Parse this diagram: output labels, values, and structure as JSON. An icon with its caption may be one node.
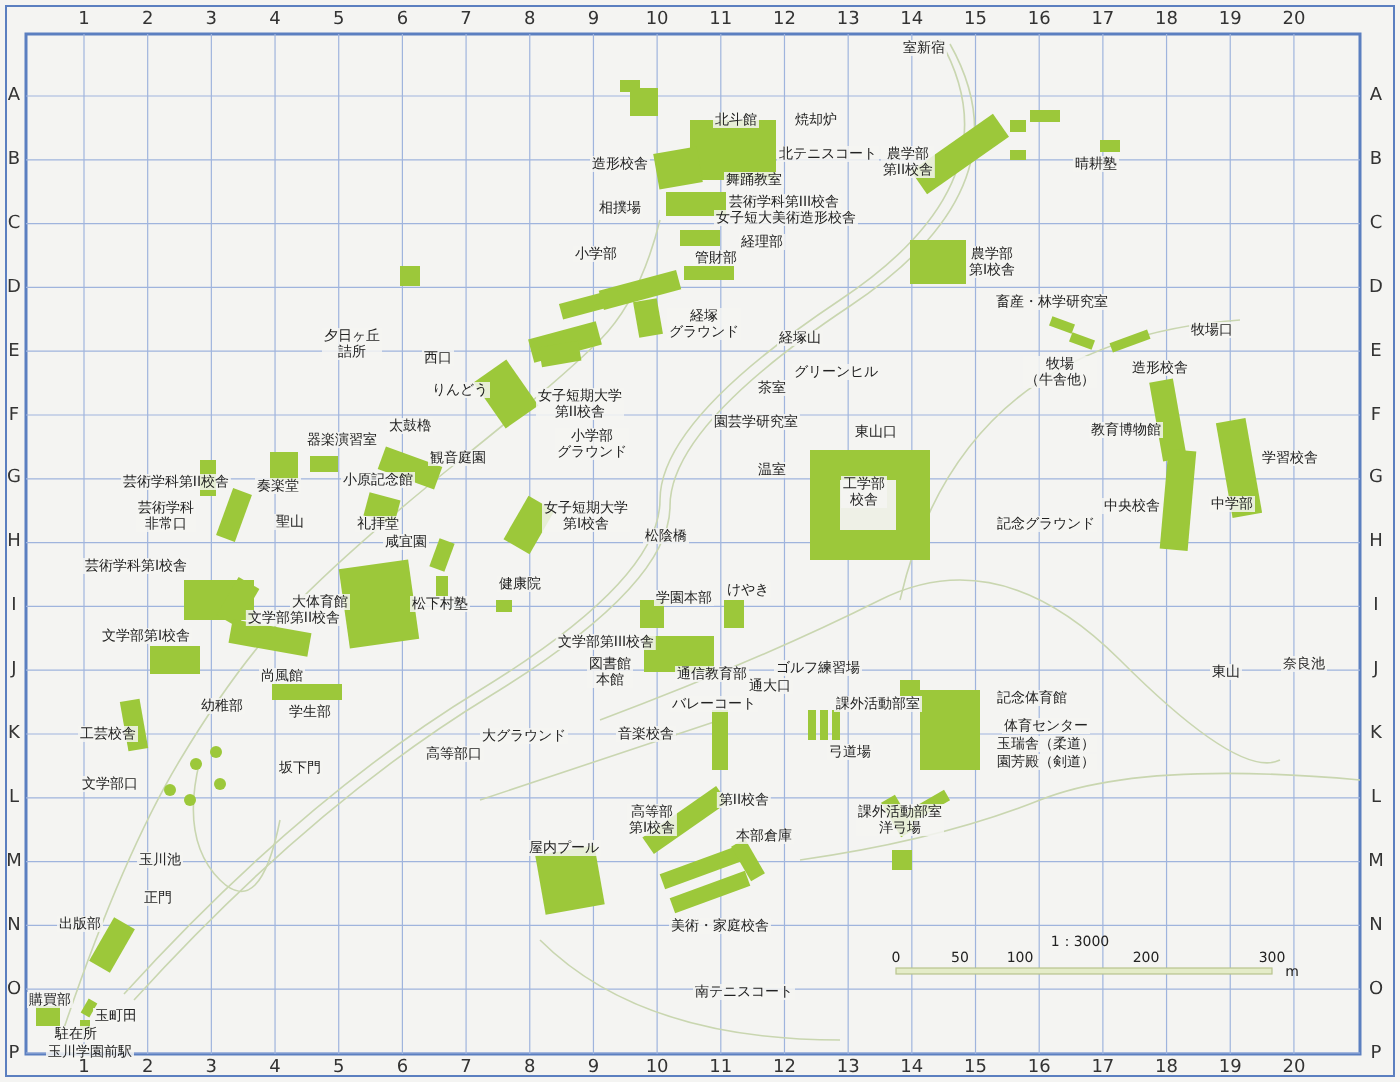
{
  "diagram": {
    "labels": [
      "室新宿",
      "北斗館",
      "焼却炉",
      "造形校舎",
      "北テニスコート",
      "農学部第II校舎",
      "晴耕塾",
      "舞踊教室",
      "芸術学科第III校舎",
      "相撲場",
      "女子短大美術造形校舎",
      "経理部",
      "小学部",
      "管財部",
      "農学部第I校舎",
      "畜産・林学研究室",
      "経塚グラウンド",
      "経塚山",
      "牧場口",
      "夕日ヶ丘詰所",
      "西口",
      "グリーンヒル",
      "牧場（牛舎他）",
      "造形校舎",
      "りんどう",
      "茶室",
      "女子短期大学第II校舎",
      "太鼓櫓",
      "園芸学研究室",
      "東山口",
      "教育博物館",
      "器楽演習室",
      "小学部グラウンド",
      "観音庭園",
      "学習校舎",
      "温室",
      "芸術学科第II校舎",
      "奏楽堂",
      "小原記念館",
      "工学部校舎",
      "中央校舎",
      "中学部",
      "芸術学科非常口",
      "聖山",
      "礼拝堂",
      "女子短期大学第I校舎",
      "記念グラウンド",
      "松陰橋",
      "咸宜園",
      "芸術学科第I校舎",
      "健康院",
      "大体育館",
      "松下村塾",
      "学園本部",
      "けやき",
      "文学部第II校舎",
      "文学部第I校舎",
      "文学部第III校舎",
      "尚風館",
      "図書館本館",
      "通信教育部",
      "通大口",
      "ゴルフ練習場",
      "東山",
      "奈良池",
      "幼稚部",
      "学生部",
      "バレーコート",
      "課外活動部室",
      "記念体育館",
      "工芸校舎",
      "体育センター",
      "玉瑞舎（柔道）",
      "園芳殿（剣道）",
      "大グラウンド",
      "音楽校舎",
      "高等部口",
      "弓道場",
      "坂下門",
      "文学部口",
      "第II校舎",
      "高等部第I校舎",
      "課外活動部室洋弓場",
      "屋内プール",
      "本部倉庫",
      "玉川池",
      "正門",
      "出版部",
      "美術・家庭校舎",
      "1：3000",
      "0",
      "50",
      "100",
      "200",
      "300",
      "m",
      "南テニスコート",
      "購買部",
      "玉町田",
      "駐在所",
      "玉川学園前駅",
      "1",
      "2",
      "3",
      "4",
      "5",
      "6",
      "7",
      "8",
      "9",
      "10",
      "11",
      "12",
      "13",
      "14",
      "15",
      "16",
      "17",
      "18",
      "19",
      "20",
      "A",
      "B",
      "C",
      "D",
      "E",
      "F",
      "G",
      "H",
      "I",
      "J",
      "K",
      "L",
      "M",
      "N",
      "O",
      "P",
      "A",
      "B",
      "C",
      "D",
      "E",
      "F",
      "G",
      "H",
      "I",
      "J",
      "K",
      "L",
      "M",
      "N",
      "O",
      "P",
      "1",
      "2",
      "3",
      "4",
      "5",
      "6",
      "7",
      "8",
      "9",
      "10",
      "11",
      "12",
      "13",
      "14",
      "15",
      "16",
      "17",
      "18",
      "19",
      "20"
    ]
  }
}
